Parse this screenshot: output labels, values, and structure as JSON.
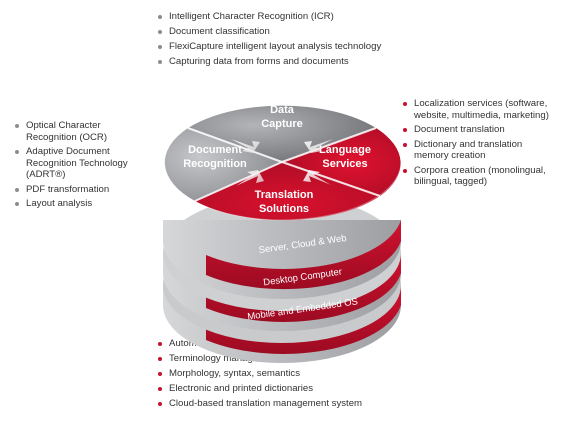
{
  "diagram": {
    "segments": {
      "data_capture": [
        "Data",
        "Capture"
      ],
      "document_recognition": [
        "Document",
        "Recognition"
      ],
      "language_services": [
        "Language",
        "Services"
      ],
      "translation_solutions": [
        "Translation",
        "Solutions"
      ]
    },
    "layers": {
      "server": "Server, Cloud & Web",
      "desktop": "Desktop Computer",
      "mobile": "Mobile and Embedded OS"
    }
  },
  "lists": {
    "data_capture": [
      "Intelligent Character Recognition (ICR)",
      "Document classification",
      "FlexiCapture intelligent layout analysis technology",
      "Capturing data from forms and documents"
    ],
    "document_recognition": [
      "Optical Character Recognition (OCR)",
      "Adaptive Document Recognition Technology (ADRT®)",
      "PDF transformation",
      "Layout analysis"
    ],
    "language_services": [
      "Localization services (software, website, multimedia, marketing)",
      "Document translation",
      "Dictionary and translation memory creation",
      "Corpora creation (monolingual, bilingual, tagged)"
    ],
    "translation_solutions": [
      "Automated translation",
      "Terminology management",
      "Morphology, syntax, semantics",
      "Electronic and printed dictionaries",
      "Cloud-based translation management system"
    ]
  },
  "colors": {
    "red": "#c8102e",
    "dark_red": "#8e0a1f",
    "grey": "#8c8c8c",
    "dark_grey": "#6f7074"
  }
}
